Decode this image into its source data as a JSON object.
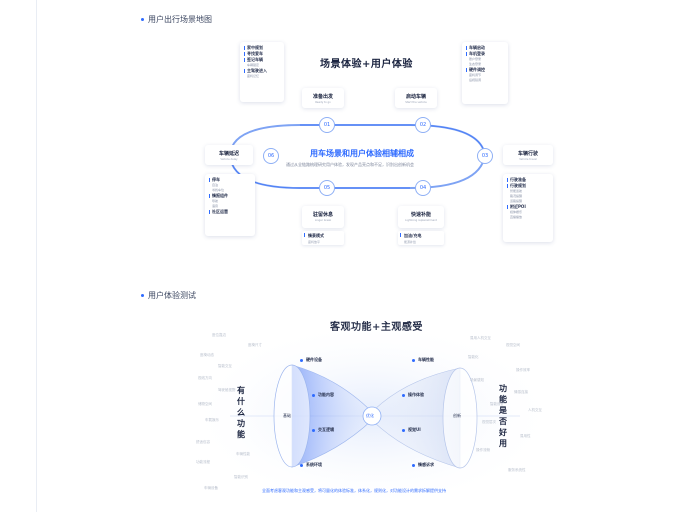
{
  "section1": {
    "title": "用户出行场景地图"
  },
  "section2": {
    "title": "用户体验测试"
  },
  "journey": {
    "main_title": "场景体验+用户体验",
    "center_title": "用车场景和用户体验相辅相成",
    "center_subtitle": "通过从全链路梳理研究用户体验，发现产品亮点和不足，识别出创新机会",
    "nodes": [
      "01",
      "02",
      "03",
      "04",
      "05",
      "06"
    ],
    "stages": [
      {
        "title": "准备出发",
        "sub": "Ready to go"
      },
      {
        "title": "启动车辆",
        "sub": "Start the vehicle"
      },
      {
        "title": "车辆行驶",
        "sub": "Vehicle travel"
      },
      {
        "title": "快速补能",
        "sub": "Lightning replenishment"
      },
      {
        "title": "驻留休息",
        "sub": "Linger break"
      },
      {
        "title": "车辆延迟",
        "sub": "Vehicle delay"
      }
    ],
    "top_left_card": [
      {
        "text": "家中规划",
        "style": "b"
      },
      {
        "text": "寻找爱车",
        "style": "b"
      },
      {
        "text": "签记车辆",
        "style": "b"
      },
      {
        "text": "车辆锁定",
        "style": "s"
      },
      {
        "text": "主驾驶进入",
        "style": "b"
      },
      {
        "text": "座椅记忆",
        "style": "s"
      }
    ],
    "top_right_card": [
      {
        "text": "车辆启动",
        "style": "b"
      },
      {
        "text": "车机登录",
        "style": "b"
      },
      {
        "text": "账户登录",
        "style": "s"
      },
      {
        "text": "生态登录",
        "style": "s"
      },
      {
        "text": "硬件调控",
        "style": "b"
      },
      {
        "text": "座椅调节",
        "style": "s"
      },
      {
        "text": "后视镜调",
        "style": "s"
      }
    ],
    "left_card": [
      {
        "text": "停车",
        "style": "b"
      },
      {
        "text": "自泊",
        "style": "s"
      },
      {
        "text": "寻找车位",
        "style": "s"
      },
      {
        "text": "情报组件",
        "style": "b"
      },
      {
        "text": "导航",
        "style": "s"
      },
      {
        "text": "语音",
        "style": "s"
      },
      {
        "text": "社区运营",
        "style": "b"
      }
    ],
    "right_card": [
      {
        "text": "行驶准备",
        "style": "b"
      },
      {
        "text": "行驶规划",
        "style": "b"
      },
      {
        "text": "智能巡航",
        "style": "s"
      },
      {
        "text": "路况提醒",
        "style": "s"
      },
      {
        "text": "道路提醒",
        "style": "s"
      },
      {
        "text": "附近POI",
        "style": "b"
      },
      {
        "text": "媒体娱乐",
        "style": "s"
      },
      {
        "text": "直播播放",
        "style": "s"
      }
    ],
    "bottom_left_pill": {
      "title": "情景模式",
      "sub": "座椅放平"
    },
    "bottom_right_pill": {
      "title": "加油/充电",
      "sub": "能源补给"
    }
  },
  "test": {
    "main_title": "客观功能+主观感受",
    "left_vertical": "有什么功能",
    "right_vertical": "功能是否好用",
    "center": "优化",
    "left_inner": "基础",
    "right_inner": "创新",
    "left_labels": [
      "硬件设备",
      "功能内容",
      "交互逻辑",
      "系统环境"
    ],
    "right_labels": [
      "车辆性能",
      "操作体验",
      "视觉UI",
      "情感诉求"
    ],
    "left_floats": [
      "座位靠边",
      "座椅尺寸",
      "座椅动态",
      "智能交互",
      "视线方向",
      "驾驶舱视野",
      "储物空间",
      "车载娱乐",
      "舒适包容",
      "车辆性能",
      "功能流程",
      "智能识别",
      "车辆设备"
    ],
    "right_floats": [
      "易用人机交互",
      "视觉空间",
      "智能化",
      "操作效率",
      "场景感知",
      "情感连接",
      "智能设计",
      "人机交互",
      "视觉层次",
      "易用性",
      "操作流畅",
      "服务系统性"
    ],
    "footer": "全面考虑客观功能和主观感受，将可量化的体验标准，体系化，规则化，对功能设计的需求拆解提供支持"
  }
}
